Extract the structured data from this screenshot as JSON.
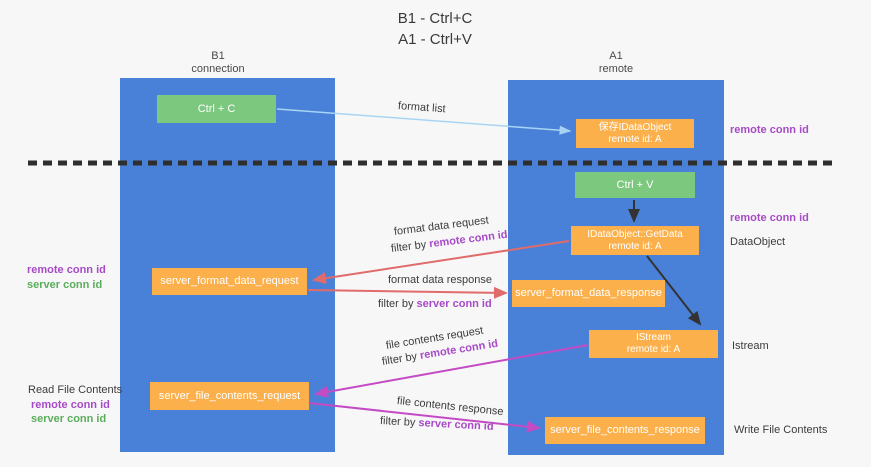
{
  "title": {
    "line1": "B1 - Ctrl+C",
    "line2": "A1 - Ctrl+V"
  },
  "lifelines": {
    "left": {
      "name": "B1",
      "role": "connection"
    },
    "right": {
      "name": "A1",
      "role": "remote"
    }
  },
  "nodes": {
    "ctrl_c": {
      "label": "Ctrl + C"
    },
    "ctrl_v": {
      "label": "Ctrl + V"
    },
    "save_dataobject": {
      "line1": "保存IDataObject",
      "line2": "remote id: A"
    },
    "getdata": {
      "line1": "IDataObject::GetData",
      "line2": "remote id: A"
    },
    "istream": {
      "line1": "IStream",
      "line2": "remote id: A"
    },
    "server_format_data_request": {
      "label": "server_format_data_request"
    },
    "server_format_data_response": {
      "label": "server_format_data_response"
    },
    "server_file_contents_request": {
      "label": "server_file_contents_request"
    },
    "server_file_contents_response": {
      "label": "server_file_contents_response"
    }
  },
  "flow_labels": {
    "format_list": "format list",
    "format_data_request": "format data request",
    "format_data_response": "format data response",
    "file_contents_request": "file contents request",
    "file_contents_response": "file contents response",
    "filter_by": "filter by ",
    "remote_conn_id": "remote conn id",
    "server_conn_id": "server conn id"
  },
  "side_labels": {
    "right_remote_conn_id_top": "remote conn id",
    "right_remote_conn_id_mid": "remote conn id",
    "dataobject": "DataObject",
    "istream": "Istream",
    "write_file_contents": "Write File Contents",
    "read_file_contents": "Read File Contents",
    "left_remote_conn_id_1": "remote conn id",
    "left_server_conn_id_1": "server conn id",
    "left_remote_conn_id_2": "remote conn id",
    "left_server_conn_id_2": "server conn id"
  },
  "colors": {
    "lifeline_blue": "#4a81d8",
    "node_green": "#7cc87f",
    "node_orange": "#fbb04c",
    "arrow_light_blue": "#a8d4f3",
    "arrow_red": "#e06b6b",
    "arrow_magenta": "#c44bc4",
    "arrow_black": "#333333",
    "label_purple": "#a74bc7",
    "label_green": "#5aad5a",
    "separator_dash": "#2e2e2e"
  }
}
